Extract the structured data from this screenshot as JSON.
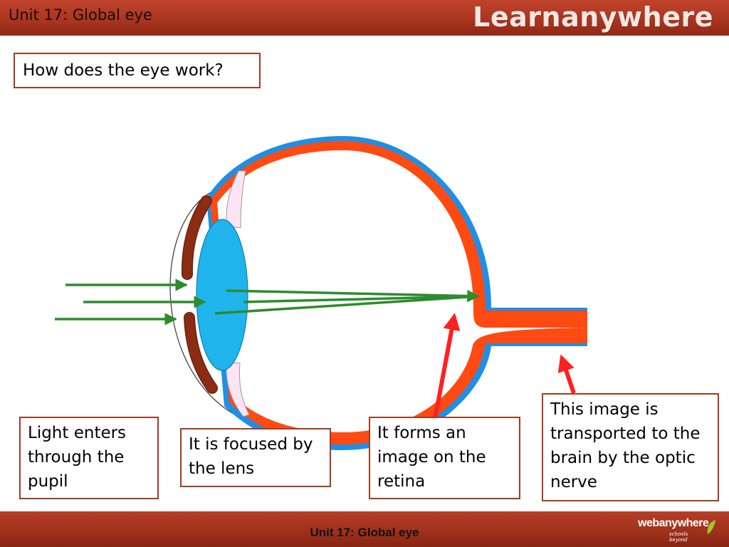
{
  "header": {
    "title": "Unit 17: Global eye",
    "brand": "Learnanywhere"
  },
  "question": "How does the eye work?",
  "captions": [
    "Light enters through the pupil",
    "It is focused by the lens",
    "It forms an image on the retina",
    "This image is transported to the brain by the optic nerve"
  ],
  "footer": {
    "title": "Unit 17: Global eye",
    "logo_text": "webanywhere",
    "logo_tagline": "schools beyond"
  },
  "colors": {
    "header_red": "#a8341f",
    "box_border": "#a63a22",
    "retina": "#ff4a12",
    "sclera": "#1e8fe6",
    "lens": "#1fb4ec",
    "iris": "#8b2d12",
    "light_ray": "#2e8b2e",
    "pointer": "#ff2020"
  }
}
